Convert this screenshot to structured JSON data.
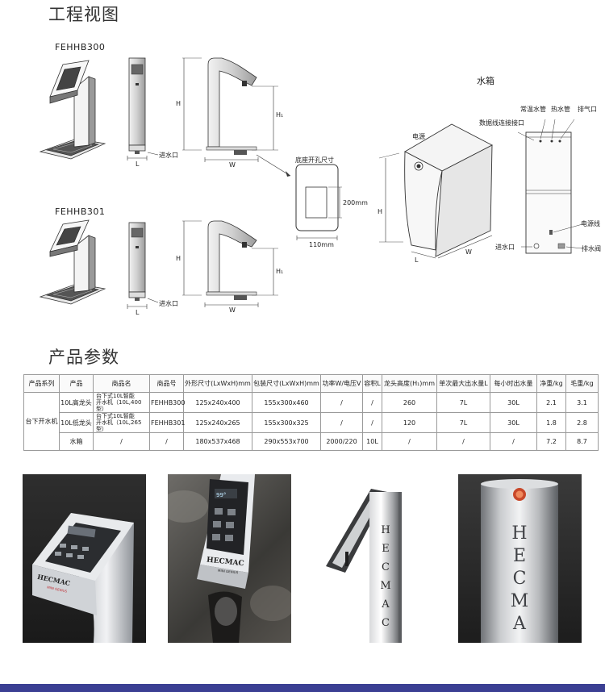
{
  "sections": {
    "engineering_title": "工程视图",
    "params_title": "产品参数"
  },
  "drawings": {
    "model_300": "FEHHB300",
    "model_301": "FEHHB301",
    "dim_H": "H",
    "dim_H1": "H₁",
    "dim_L": "L",
    "dim_W": "W",
    "inlet": "进水口",
    "base_hole": "底座开孔尺寸",
    "dim_200": "200mm",
    "dim_110": "110mm",
    "tank_title": "水箱",
    "power": "电源",
    "data_port": "数据线连接接口",
    "warm_pipe": "常温水管",
    "hot_pipe": "热水管",
    "vent": "排气口",
    "power_cord": "电源线",
    "tank_inlet": "进水口",
    "drain": "排水阀"
  },
  "table": {
    "headers": [
      "产品系列",
      "产品",
      "商品名",
      "商品号",
      "外形尺寸(LxWxH)mm",
      "包装尺寸(LxWxH)mm",
      "功率W/电压V",
      "容积L",
      "龙头高度(H₁)mm",
      "单次最大出水量L",
      "每小时出水量",
      "净重/kg",
      "毛重/kg"
    ],
    "series": "台下开水机",
    "rows": [
      {
        "product": "10L高龙头",
        "name_l1": "台下式10L智能",
        "name_l2": "开水机（10L,400型）",
        "sku": "FEHHB300",
        "outer": "125x240x400",
        "pack": "155x300x460",
        "power": "/",
        "volume": "/",
        "faucet": "260",
        "single": "7L",
        "hourly": "30L",
        "net": "2.1",
        "gross": "3.1"
      },
      {
        "product": "10L低龙头",
        "name_l1": "台下式10L智能",
        "name_l2": "开水机（10L,265型）",
        "sku": "FEHHB301",
        "outer": "125x240x265",
        "pack": "155x300x325",
        "power": "/",
        "volume": "/",
        "faucet": "120",
        "single": "7L",
        "hourly": "30L",
        "net": "1.8",
        "gross": "2.8"
      },
      {
        "product": "水箱",
        "name": "/",
        "sku": "/",
        "outer": "180x537x468",
        "pack": "290x553x700",
        "power": "2000/220",
        "volume": "10L",
        "faucet": "/",
        "single": "/",
        "hourly": "/",
        "net": "7.2",
        "gross": "8.7"
      }
    ]
  },
  "photos": {
    "brand": "HECMAC",
    "sub_brand": "MINI  GENIUS",
    "display": "99°",
    "vertical_letters": [
      "H",
      "E",
      "C",
      "M",
      "A"
    ],
    "vertical_letters_2": [
      "H",
      "E",
      "C",
      "M",
      "A",
      "C"
    ]
  },
  "colors": {
    "accent_bar": "#3b3f93",
    "line": "#333333"
  }
}
